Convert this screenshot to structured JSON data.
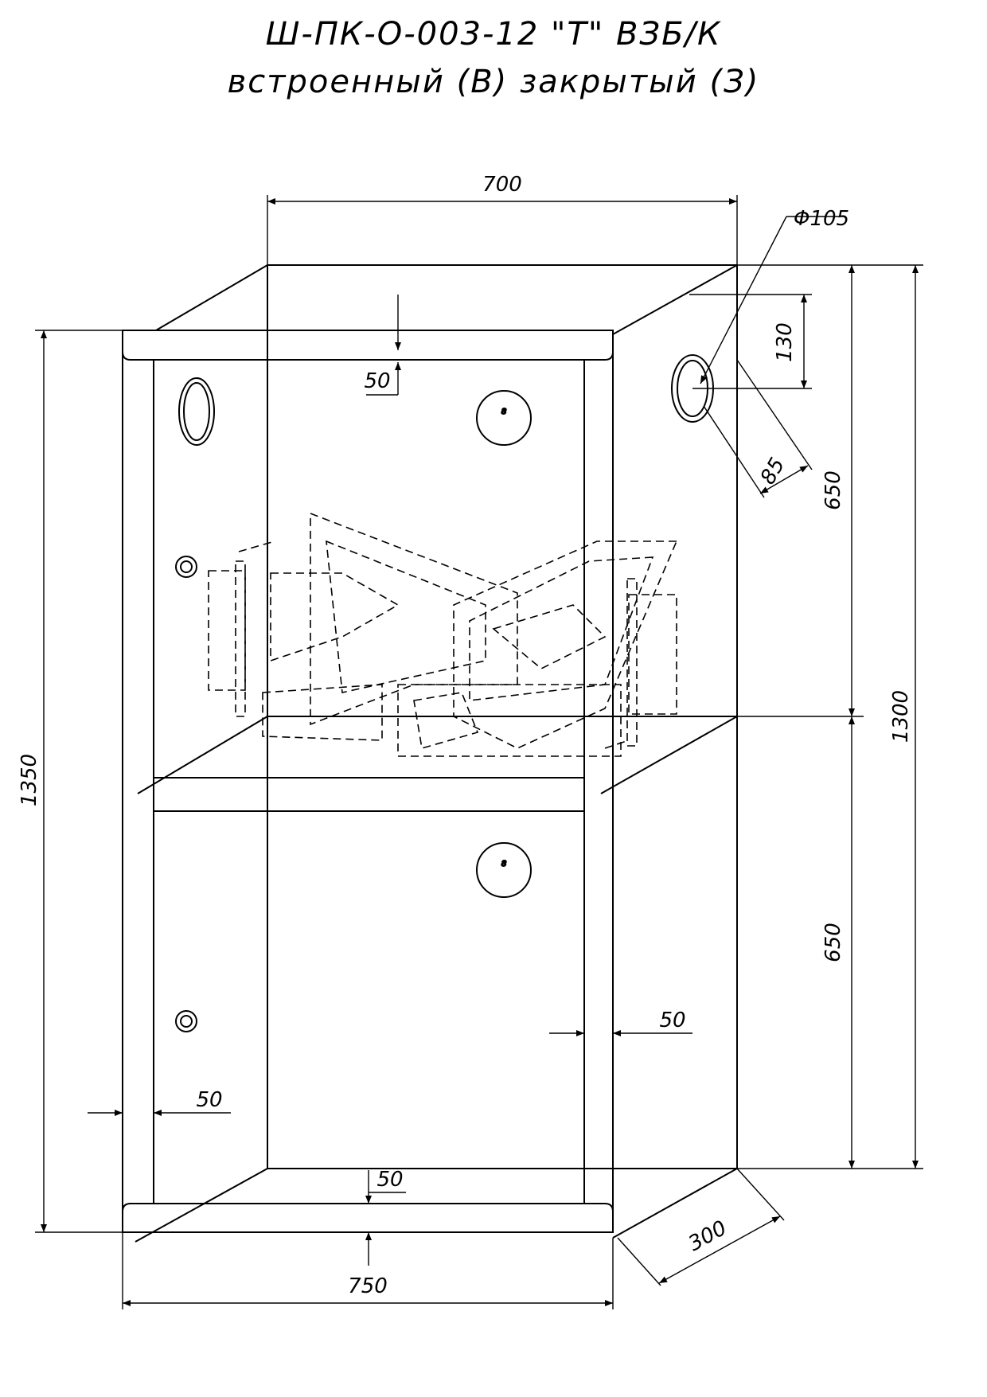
{
  "title": {
    "line1": "Ш-ПК-О-003-12 \"Т\" ВЗБ/К",
    "line2": "встроенный (В) закрытый (З)"
  },
  "dimensions": {
    "width_top": "700",
    "hole_diameter": "Φ105",
    "hole_offset_top": "130",
    "top_gap": "50",
    "hole_offset_side": "85",
    "upper_height": "650",
    "lower_height": "650",
    "total_height_inner": "1300",
    "total_height_outer": "1350",
    "right_gap": "50",
    "left_gap": "50",
    "bottom_gap": "50",
    "depth": "300",
    "width_bottom": "750"
  },
  "colors": {
    "line": "#000000",
    "background": "#ffffff"
  }
}
